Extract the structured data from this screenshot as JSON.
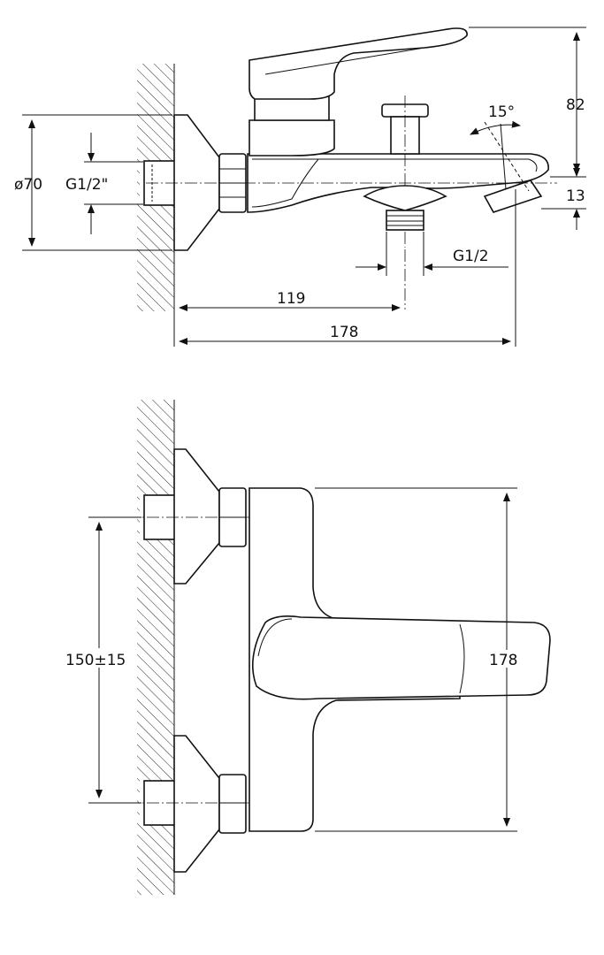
{
  "side_view": {
    "dim_diameter": "ø70",
    "dim_inlet_thread": "G1/2\"",
    "dim_angle": "15°",
    "dim_height": "82",
    "dim_aerator": "13",
    "dim_outlet_thread": "G1/2",
    "dim_depth": "119",
    "dim_length": "178"
  },
  "front_view": {
    "dim_center_distance": "150±15",
    "dim_height": "178"
  }
}
